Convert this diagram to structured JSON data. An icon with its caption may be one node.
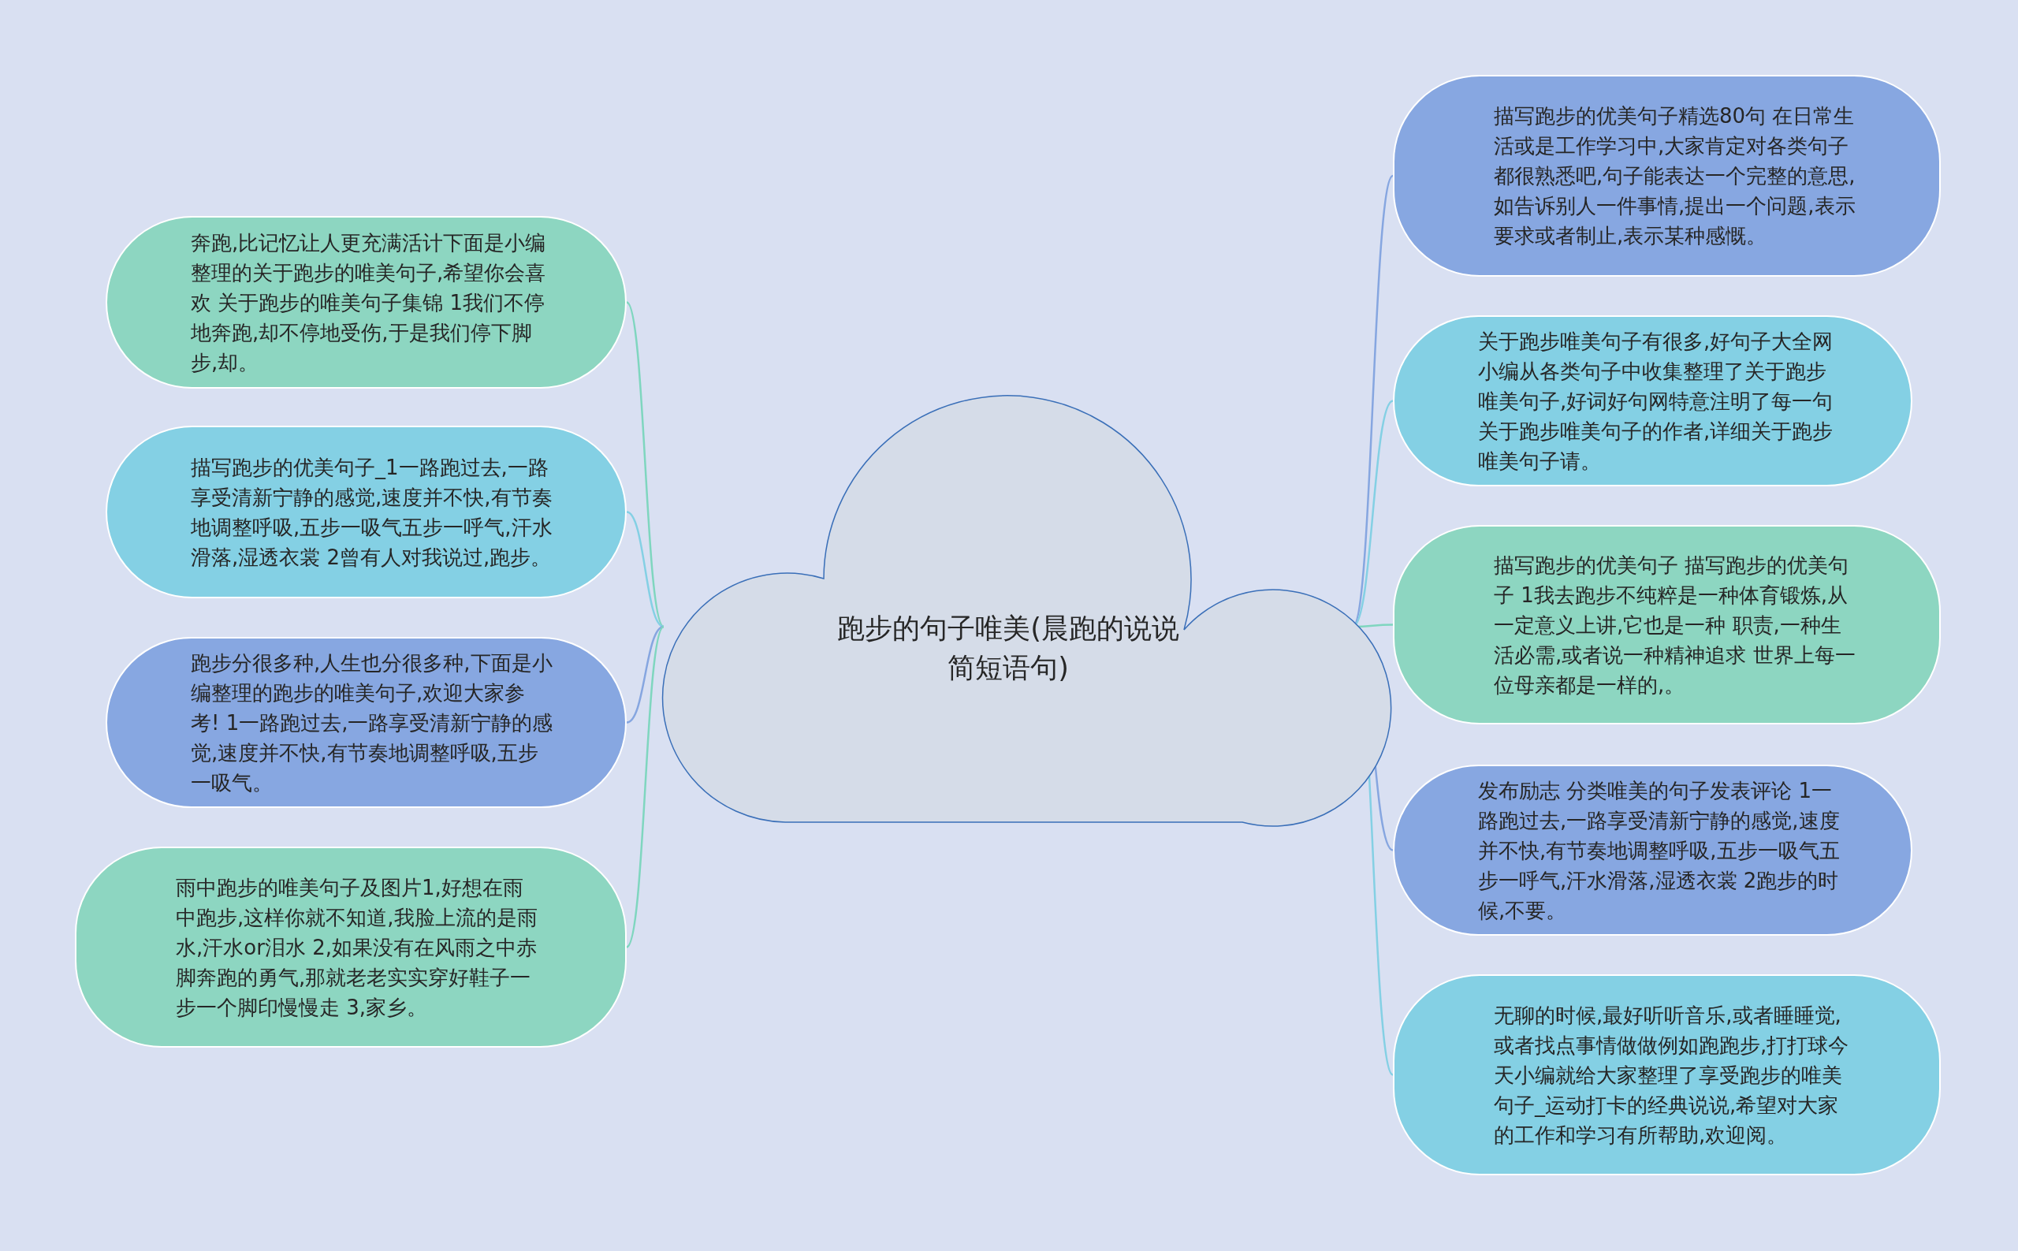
{
  "diagram": {
    "nodes": [
      {
        "text": [
          "跑步的句子唯美(晨跑的说说简短语句)"
        ]
      },
      {
        "text": [
          "奔跑,比记忆让人更充满活计下面是小编整理的关于跑步的唯美句子,希望你会喜欢 关于跑步的唯美句子集锦 1我们不停地奔跑,却不停地受伤,于是我们停下脚步,却。"
        ]
      },
      {
        "text": [
          "描写跑步的优美句子_1一路跑过去,一路享受清新宁静的感觉,速度并不快,有节奏地调整呼吸,五步一吸气五步一呼气,汗水滑落,湿透衣裳 2曾有人对我说过,跑步。"
        ]
      },
      {
        "text": [
          "跑步分很多种,人生也分很多种,下面是小编整理的跑步的唯美句子,欢迎大家参考! 1一路跑过去,一路享受清新宁静的感觉,速度并不快,有节奏地调整呼吸,五步一吸气。"
        ]
      },
      {
        "text": [
          "雨中跑步的唯美句子及图片1,好想在雨中跑步,这样你就不知道,我脸上流的是雨水,汗水or泪水 2,如果没有在风雨之中赤脚奔跑的勇气,那就老老实实穿好鞋子一步一个脚印慢慢走 3,家乡。"
        ]
      },
      {
        "text": [
          "描写跑步的优美句子精选80句 在日常生活或是工作学习中,大家肯定对各类句子都很熟悉吧,句子能表达一个完整的意思,如告诉别人一件事情,提出一个问题,表示要求或者制止,表示某种感慨。"
        ]
      },
      {
        "text": [
          "关于跑步唯美句子有很多,好句子大全网小编从各类句子中收集整理了关于跑步唯美句子,好词好句网特意注明了每一句关于跑步唯美句子的作者,详细关于跑步唯美句子请。"
        ]
      },
      {
        "text": [
          "描写跑步的优美句子 描写跑步的优美句子 1我去跑步不纯粹是一种体育锻炼,从一定意义上讲,它也是一种 职责,一种生活必需,或者说一种精神追求 世界上每一位母亲都是一样的,。"
        ]
      },
      {
        "text": [
          "发布励志 分类唯美的句子发表评论 1一路跑过去,一路享受清新宁静的感觉,速度并不快,有节奏地调整呼吸,五步一吸气五步一呼气,汗水滑落,湿透衣裳 2跑步的时候,不要。"
        ]
      },
      {
        "text": [
          "无聊的时候,最好听听音乐,或者睡睡觉,或者找点事情做做例如跑跑步,打打球今天小编就给大家整理了享受跑步的唯美句子_运动打卡的经典说说,希望对大家的工作和学习有所帮助,欢迎阅。"
        ]
      }
    ],
    "edges": [
      {
        "from": 0,
        "to": 1,
        "arrow": "none",
        "color": "#7fd6bf"
      },
      {
        "from": 0,
        "to": 2,
        "arrow": "none"
      },
      {
        "from": 0,
        "to": 3,
        "arrow": "none",
        "color": "#86a6e0"
      },
      {
        "from": 0,
        "to": 4,
        "arrow": "none",
        "color": "#7fd6bf"
      },
      {
        "from": 0,
        "to": 5,
        "arrow": "none",
        "color": "#86a6e0"
      },
      {
        "from": 0,
        "to": 6,
        "arrow": "none"
      },
      {
        "from": 0,
        "to": 7,
        "arrow": "none",
        "color": "#7fd6bf"
      },
      {
        "from": 0,
        "to": 8,
        "arrow": "none",
        "color": "#86a6e0"
      },
      {
        "from": 0,
        "to": 9,
        "arrow": "none"
      }
    ]
  }
}
